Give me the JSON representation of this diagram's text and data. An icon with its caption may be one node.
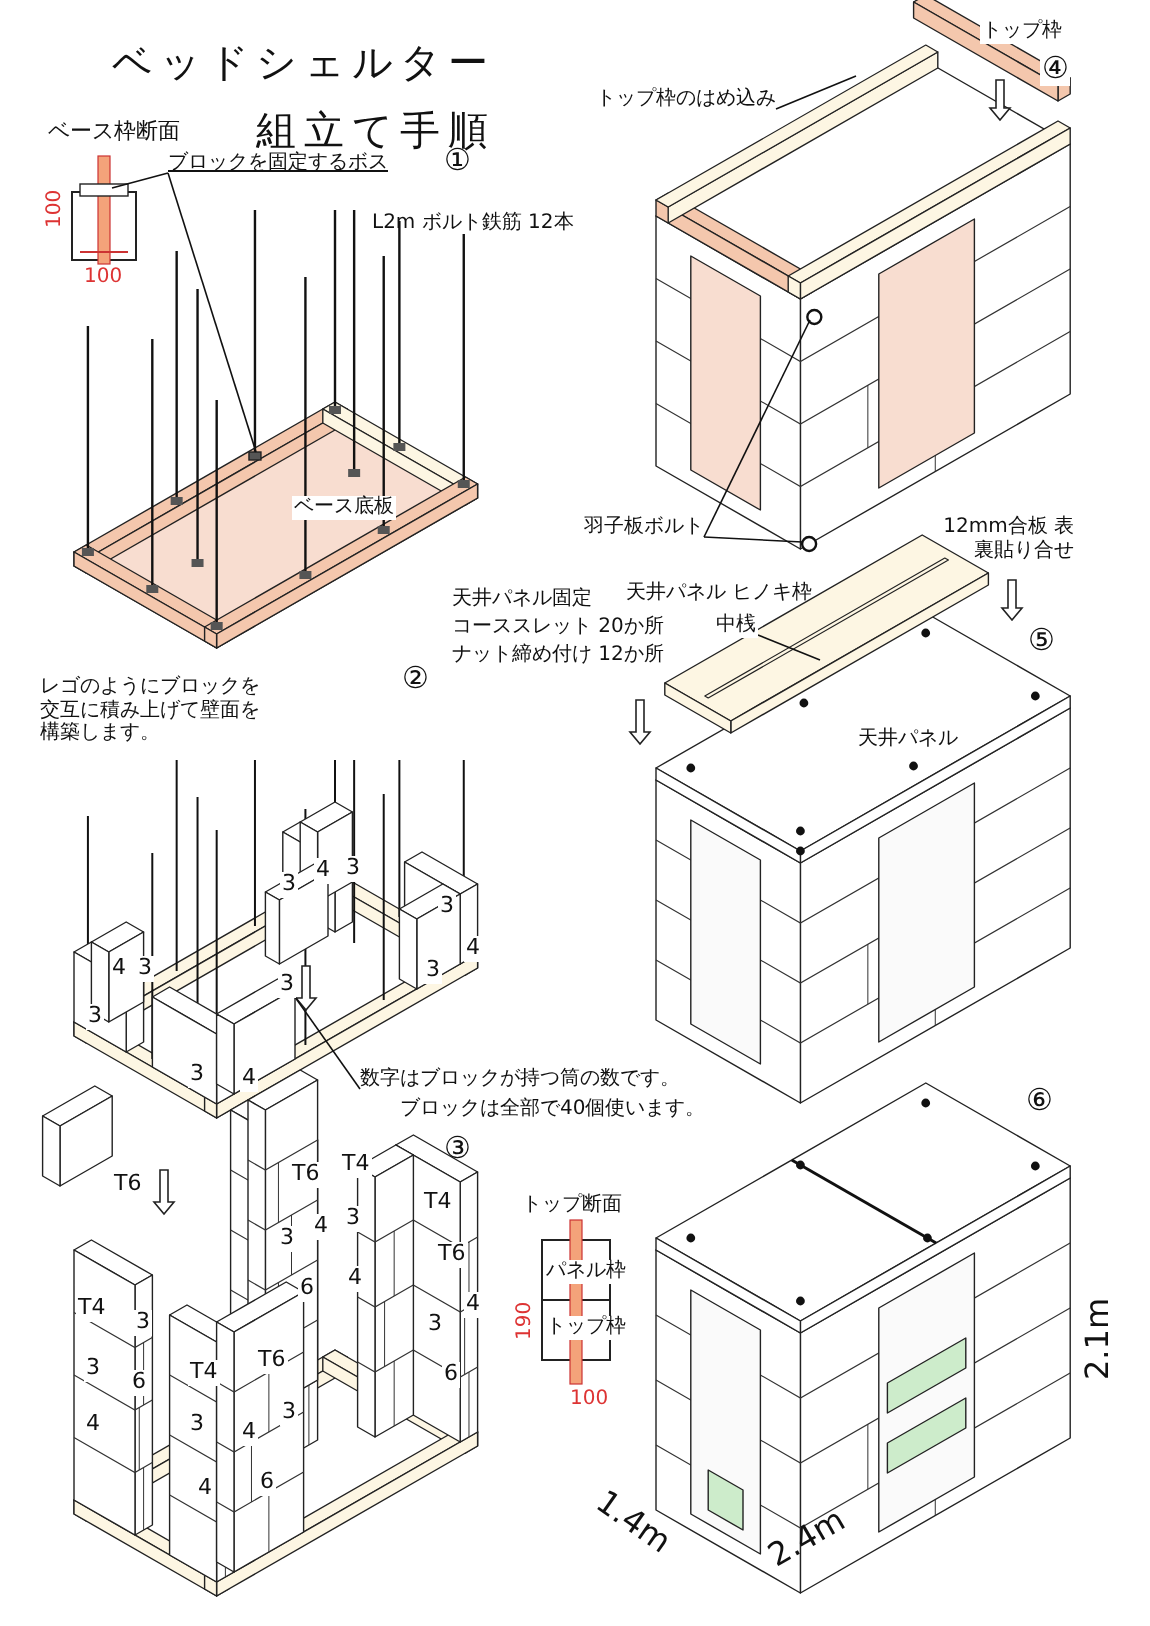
{
  "diagram": {
    "title": "ベッドシェルター組立て手順",
    "nodes": [
      {
        "text": [
          "ブロックを固定するボス"
        ]
      },
      {
        "text": [
          "トップ枠のはめ込み"
        ]
      },
      {
        "text": [
          "羽子板ボルト"
        ]
      },
      {
        "text": [
          "中桟"
        ]
      },
      {
        "text": [
          "数字はブロックが持つ筒の数です。"
        ]
      },
      {
        "text": [],
        "shape": "box"
      },
      {
        "text": [],
        "shape": "box"
      },
      {
        "text": [],
        "shape": "circle"
      },
      {
        "text": [],
        "shape": "circle"
      },
      {
        "text": [],
        "shape": "bar"
      },
      {
        "text": [
          "3"
        ]
      },
      {
        "text": [],
        "shape": "bar"
      }
    ],
    "edges": [
      {
        "from": 0,
        "to": 5,
        "arrow": "none"
      },
      {
        "from": 0,
        "to": 6,
        "arrow": "none"
      },
      {
        "from": 1,
        "to": 9,
        "arrow": "none"
      },
      {
        "from": 2,
        "to": 7,
        "arrow": "none"
      },
      {
        "from": 2,
        "to": 8,
        "arrow": "none"
      },
      {
        "from": 3,
        "to": 11,
        "arrow": "none"
      },
      {
        "from": 4,
        "to": 10,
        "arrow": "none"
      }
    ],
    "labels": [
      "ベース枠断面",
      "100",
      "100",
      "①",
      "L2m ボルト鉄筋 12本",
      "ベース底板",
      "トップ枠",
      "④",
      "12mm合板 表裏貼り合せ",
      "天井パネル ヒノキ枠",
      "天井パネル固定",
      "コーススレット 20か所",
      "ナット締め付け 12か所",
      "レゴのようにブロックを交互に積み上げて壁面を構築します。",
      "②",
      "⑤",
      "天井パネル",
      "3",
      "4",
      "3",
      "3",
      "4",
      "3",
      "4",
      "3",
      "3",
      "3",
      "4",
      "ブロックは全部で40個使います。",
      "T6",
      "③",
      "T6",
      "T4",
      "3",
      "4",
      "3",
      "6",
      "4",
      "T4",
      "3",
      "3",
      "6",
      "4",
      "T4",
      "T6",
      "3",
      "4",
      "3",
      "4",
      "6",
      "T4",
      "T6",
      "3",
      "4",
      "6",
      "トップ断面",
      "パネル枠",
      "トップ枠",
      "190",
      "100",
      "⑥",
      "2.1m",
      "1.4m",
      "2.4m"
    ]
  }
}
